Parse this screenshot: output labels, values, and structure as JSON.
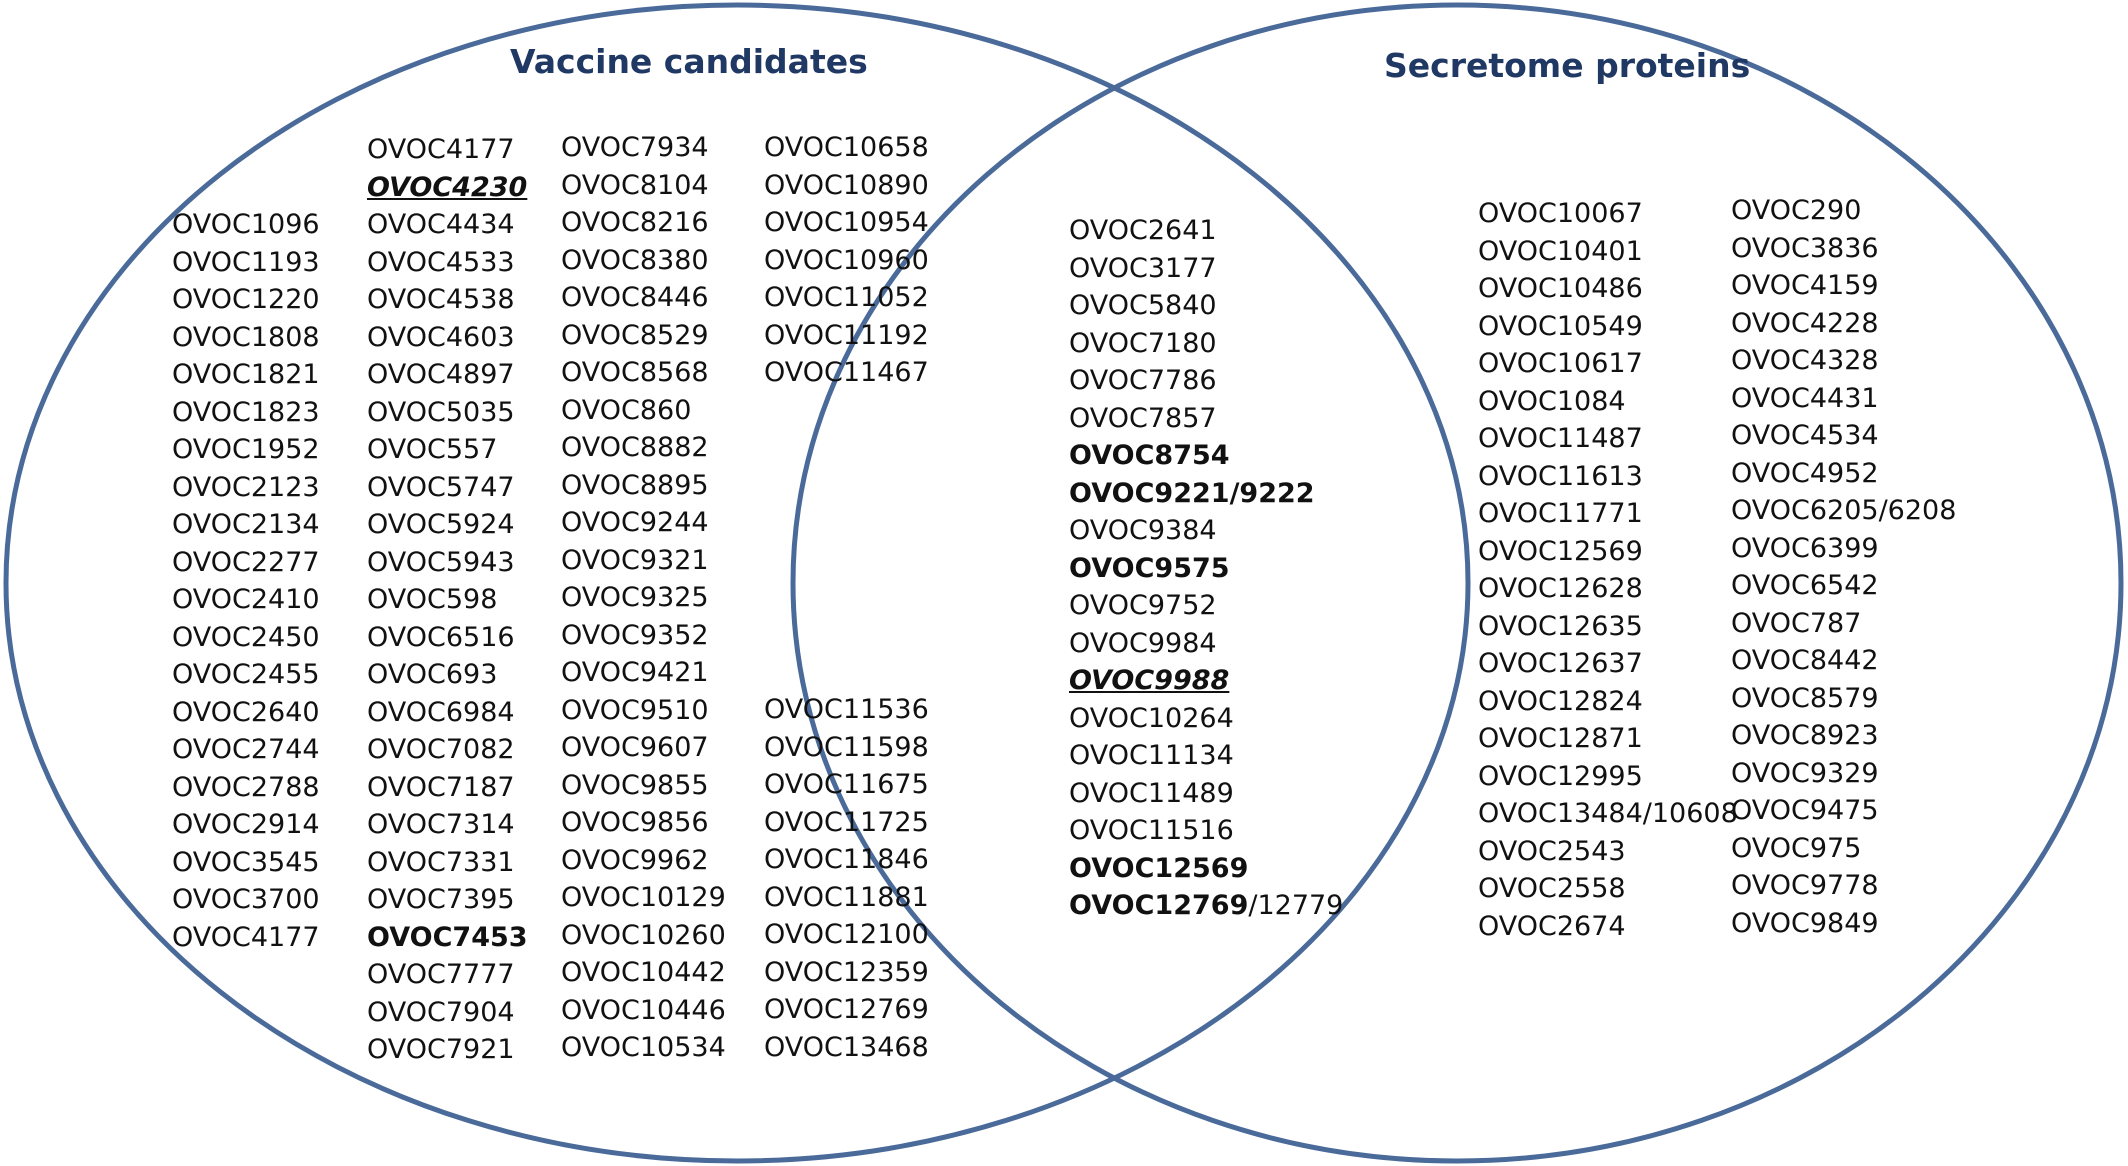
{
  "titles": {
    "left": "Vaccine candidates",
    "right": "Secretome proteins"
  },
  "colors": {
    "circle_stroke": "#4a6a9a",
    "title": "#1f3864",
    "text": "#111111"
  },
  "columns": {
    "vaccine_col1": [
      {
        "text": "OVOC1096"
      },
      {
        "text": "OVOC1193"
      },
      {
        "text": "OVOC1220"
      },
      {
        "text": "OVOC1808"
      },
      {
        "text": "OVOC1821"
      },
      {
        "text": "OVOC1823"
      },
      {
        "text": "OVOC1952"
      },
      {
        "text": "OVOC2123"
      },
      {
        "text": "OVOC2134"
      },
      {
        "text": "OVOC2277"
      },
      {
        "text": "OVOC2410"
      },
      {
        "text": "OVOC2450"
      },
      {
        "text": "OVOC2455"
      },
      {
        "text": "OVOC2640"
      },
      {
        "text": "OVOC2744"
      },
      {
        "text": "OVOC2788"
      },
      {
        "text": "OVOC2914"
      },
      {
        "text": "OVOC3545"
      },
      {
        "text": "OVOC3700"
      },
      {
        "text": "OVOC4177"
      }
    ],
    "vaccine_col2": [
      {
        "text": "OVOC4177"
      },
      {
        "text": "OVOC4230",
        "style": "emph"
      },
      {
        "text": "OVOC4434"
      },
      {
        "text": "OVOC4533"
      },
      {
        "text": "OVOC4538"
      },
      {
        "text": "OVOC4603"
      },
      {
        "text": "OVOC4897"
      },
      {
        "text": "OVOC5035"
      },
      {
        "text": "OVOC557"
      },
      {
        "text": "OVOC5747"
      },
      {
        "text": "OVOC5924"
      },
      {
        "text": "OVOC5943"
      },
      {
        "text": "OVOC598"
      },
      {
        "text": "OVOC6516"
      },
      {
        "text": "OVOC693"
      },
      {
        "text": "OVOC6984"
      },
      {
        "text": "OVOC7082"
      },
      {
        "text": "OVOC7187"
      },
      {
        "text": "OVOC7314"
      },
      {
        "text": "OVOC7331"
      },
      {
        "text": "OVOC7395"
      },
      {
        "text": "OVOC7453",
        "style": "bold"
      },
      {
        "text": "OVOC7777"
      },
      {
        "text": "OVOC7904"
      },
      {
        "text": "OVOC7921"
      }
    ],
    "vaccine_col3": [
      {
        "text": "OVOC7934"
      },
      {
        "text": "OVOC8104"
      },
      {
        "text": "OVOC8216"
      },
      {
        "text": "OVOC8380"
      },
      {
        "text": "OVOC8446"
      },
      {
        "text": "OVOC8529"
      },
      {
        "text": "OVOC8568"
      },
      {
        "text": "OVOC860"
      },
      {
        "text": "OVOC8882"
      },
      {
        "text": "OVOC8895"
      },
      {
        "text": "OVOC9244"
      },
      {
        "text": "OVOC9321"
      },
      {
        "text": "OVOC9325"
      },
      {
        "text": "OVOC9352"
      },
      {
        "text": "OVOC9421"
      },
      {
        "text": "OVOC9510"
      },
      {
        "text": "OVOC9607"
      },
      {
        "text": "OVOC9855"
      },
      {
        "text": "OVOC9856"
      },
      {
        "text": "OVOC9962"
      },
      {
        "text": "OVOC10129"
      },
      {
        "text": "OVOC10260"
      },
      {
        "text": "OVOC10442"
      },
      {
        "text": "OVOC10446"
      },
      {
        "text": "OVOC10534"
      }
    ],
    "vaccine_col4_top": [
      {
        "text": "OVOC10658"
      },
      {
        "text": "OVOC10890"
      },
      {
        "text": "OVOC10954"
      },
      {
        "text": "OVOC10960"
      },
      {
        "text": "OVOC11052"
      },
      {
        "text": "OVOC11192"
      },
      {
        "text": "OVOC11467"
      }
    ],
    "vaccine_col4_bottom": [
      {
        "text": "OVOC11536"
      },
      {
        "text": "OVOC11598"
      },
      {
        "text": "OVOC11675"
      },
      {
        "text": "OVOC11725"
      },
      {
        "text": "OVOC11846"
      },
      {
        "text": "OVOC11881"
      },
      {
        "text": "OVOC12100"
      },
      {
        "text": "OVOC12359"
      },
      {
        "text": "OVOC12769"
      },
      {
        "text": "OVOC13468"
      }
    ],
    "intersection": [
      {
        "text": "OVOC2641"
      },
      {
        "text": "OVOC3177"
      },
      {
        "text": "OVOC5840"
      },
      {
        "text": "OVOC7180"
      },
      {
        "text": "OVOC7786"
      },
      {
        "text": "OVOC7857"
      },
      {
        "text": "OVOC8754",
        "style": "bold"
      },
      {
        "text": "OVOC9221/9222",
        "style": "bold"
      },
      {
        "text": "OVOC9384"
      },
      {
        "text": "OVOC9575",
        "style": "bold"
      },
      {
        "text": "OVOC9752"
      },
      {
        "text": "OVOC9984"
      },
      {
        "text": "OVOC9988",
        "style": "emph"
      },
      {
        "text": "OVOC10264"
      },
      {
        "text": "OVOC11134"
      },
      {
        "text": "OVOC11489"
      },
      {
        "text": "OVOC11516"
      },
      {
        "text": "OVOC12569",
        "style": "bold"
      },
      {
        "text": "OVOC12769",
        "style": "bold",
        "suffix": "/12779"
      }
    ],
    "secretome_col1": [
      {
        "text": "OVOC10067"
      },
      {
        "text": "OVOC10401"
      },
      {
        "text": "OVOC10486"
      },
      {
        "text": "OVOC10549"
      },
      {
        "text": "OVOC10617"
      },
      {
        "text": "OVOC1084"
      },
      {
        "text": "OVOC11487"
      },
      {
        "text": "OVOC11613"
      },
      {
        "text": "OVOC11771"
      },
      {
        "text": "OVOC12569"
      },
      {
        "text": "OVOC12628"
      },
      {
        "text": "OVOC12635"
      },
      {
        "text": "OVOC12637"
      },
      {
        "text": "OVOC12824"
      },
      {
        "text": "OVOC12871"
      },
      {
        "text": "OVOC12995"
      },
      {
        "text": "OVOC13484/10608"
      },
      {
        "text": "OVOC2543"
      },
      {
        "text": "OVOC2558"
      },
      {
        "text": "OVOC2674"
      }
    ],
    "secretome_col2": [
      {
        "text": "OVOC290"
      },
      {
        "text": "OVOC3836"
      },
      {
        "text": "OVOC4159"
      },
      {
        "text": "OVOC4228"
      },
      {
        "text": "OVOC4328"
      },
      {
        "text": "OVOC4431"
      },
      {
        "text": "OVOC4534"
      },
      {
        "text": "OVOC4952"
      },
      {
        "text": "OVOC6205/6208"
      },
      {
        "text": "OVOC6399"
      },
      {
        "text": "OVOC6542"
      },
      {
        "text": "OVOC787"
      },
      {
        "text": "OVOC8442"
      },
      {
        "text": "OVOC8579"
      },
      {
        "text": "OVOC8923"
      },
      {
        "text": "OVOC9329"
      },
      {
        "text": "OVOC9475"
      },
      {
        "text": "OVOC975"
      },
      {
        "text": "OVOC9778"
      },
      {
        "text": "OVOC9849"
      }
    ]
  }
}
